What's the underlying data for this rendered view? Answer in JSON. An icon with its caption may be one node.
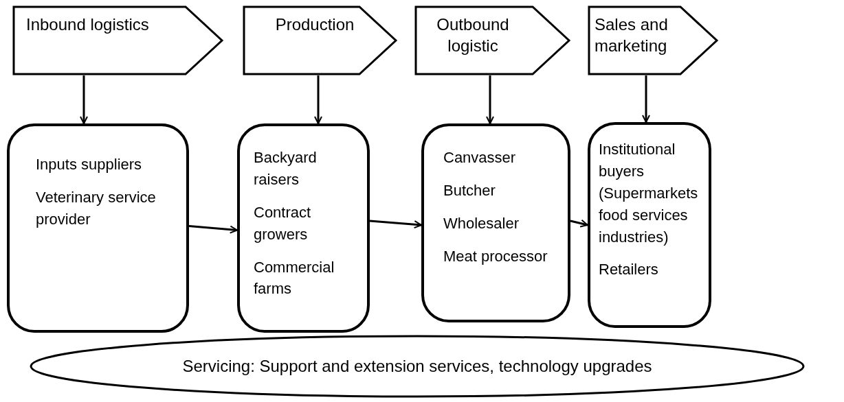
{
  "diagram": {
    "nodes": [
      {
        "text": [
          "Inbound logistics"
        ]
      },
      {
        "text": [
          "Production"
        ]
      },
      {
        "text": [
          "Outbound logistic"
        ]
      },
      {
        "text": [
          "Sales and marketing"
        ]
      },
      {
        "text": [
          "Inputs suppliers",
          "Veterinary service provider"
        ]
      },
      {
        "text": [
          "Backyard raisers",
          "Contract growers",
          "Commercial farms"
        ]
      },
      {
        "text": [
          "Canvasser",
          "Butcher",
          "Wholesaler",
          "Meat processor"
        ]
      },
      {
        "text": [
          "Institutional buyers (Supermarkets food services industries)",
          "Retailers"
        ]
      },
      {
        "text": [
          "Servicing: Support and extension services, technology upgrades"
        ]
      }
    ],
    "edges": [
      {
        "from": 0,
        "to": 4,
        "arrow": "to"
      },
      {
        "from": 1,
        "to": 5,
        "arrow": "to"
      },
      {
        "from": 2,
        "to": 6,
        "arrow": "to"
      },
      {
        "from": 3,
        "to": 7,
        "arrow": "to"
      },
      {
        "from": 4,
        "to": 5,
        "arrow": "to"
      },
      {
        "from": 5,
        "to": 6,
        "arrow": "to"
      },
      {
        "from": 6,
        "to": 7,
        "arrow": "to"
      }
    ]
  }
}
